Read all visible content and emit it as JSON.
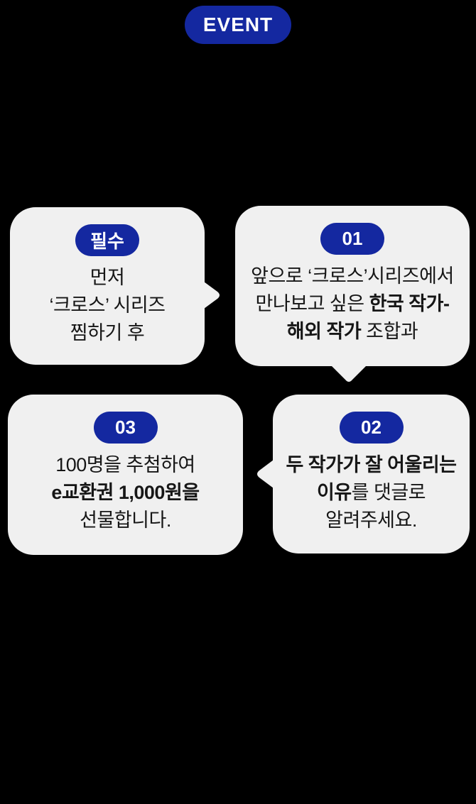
{
  "page": {
    "background": "#000000"
  },
  "colors": {
    "badge_blue": "#1428A0",
    "card_bg": "#F0F0F0",
    "text": "#161616",
    "badge_text": "#FFFFFF"
  },
  "event_badge": {
    "label": "EVENT"
  },
  "cards": [
    {
      "id": "required",
      "badge": "필수",
      "tail": "right",
      "lines": [
        [
          {
            "text": "먼저",
            "bold": false
          }
        ],
        [
          {
            "text": "‘크로스’ 시리즈",
            "bold": false
          }
        ],
        [
          {
            "text": "찜하기 후",
            "bold": false
          }
        ]
      ]
    },
    {
      "id": "step-01",
      "badge": "01",
      "tail": "bottom",
      "lines": [
        [
          {
            "text": "앞으로 ‘크로스’시리즈에서",
            "bold": false
          }
        ],
        [
          {
            "text": "만나보고 싶은 ",
            "bold": false
          },
          {
            "text": "한국 작가-",
            "bold": true
          }
        ],
        [
          {
            "text": "해외 작가",
            "bold": true
          },
          {
            "text": " 조합과",
            "bold": false
          }
        ]
      ]
    },
    {
      "id": "step-03",
      "badge": "03",
      "tail": "none",
      "lines": [
        [
          {
            "text": "100명을 추첨하여",
            "bold": false
          }
        ],
        [
          {
            "text": "e교환권 1,000원을",
            "bold": true
          }
        ],
        [
          {
            "text": "선물합니다.",
            "bold": false
          }
        ]
      ]
    },
    {
      "id": "step-02",
      "badge": "02",
      "tail": "left",
      "lines": [
        [
          {
            "text": "두 작가가 잘 어울리는",
            "bold": true
          }
        ],
        [
          {
            "text": "이유",
            "bold": true
          },
          {
            "text": "를 댓글로",
            "bold": false
          }
        ],
        [
          {
            "text": "알려주세요.",
            "bold": false
          }
        ]
      ]
    }
  ]
}
